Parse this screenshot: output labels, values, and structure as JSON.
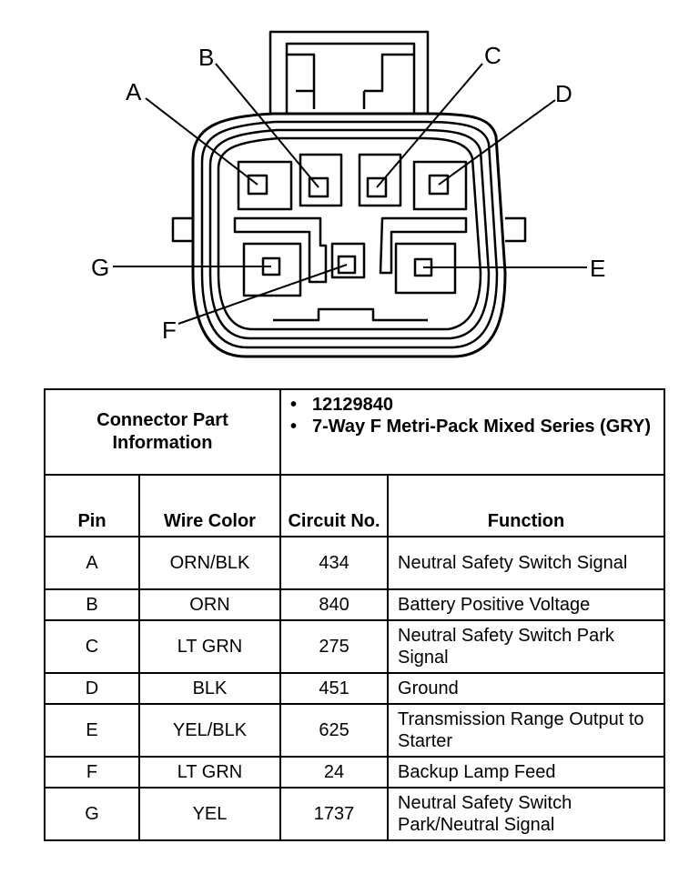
{
  "pins": {
    "A": "A",
    "B": "B",
    "C": "C",
    "D": "D",
    "E": "E",
    "F": "F",
    "G": "G"
  },
  "connector_info": {
    "label": "Connector Part Information",
    "part_number": "12129840",
    "description": "7-Way F Metri-Pack Mixed Series (GRY)"
  },
  "table": {
    "headers": {
      "pin": "Pin",
      "wire_color": "Wire Color",
      "circuit": "Circuit No.",
      "function": "Function"
    },
    "rows": [
      {
        "pin": "A",
        "wire_color": "ORN/BLK",
        "circuit": "434",
        "function": "Neutral Safety Switch Signal"
      },
      {
        "pin": "B",
        "wire_color": "ORN",
        "circuit": "840",
        "function": "Battery Positive Voltage"
      },
      {
        "pin": "C",
        "wire_color": "LT GRN",
        "circuit": "275",
        "function": "Neutral Safety Switch Park Signal"
      },
      {
        "pin": "D",
        "wire_color": "BLK",
        "circuit": "451",
        "function": "Ground"
      },
      {
        "pin": "E",
        "wire_color": "YEL/BLK",
        "circuit": "625",
        "function": "Transmission Range Output to Starter"
      },
      {
        "pin": "F",
        "wire_color": "LT GRN",
        "circuit": "24",
        "function": "Backup Lamp Feed"
      },
      {
        "pin": "G",
        "wire_color": "YEL",
        "circuit": "1737",
        "function": "Neutral Safety Switch Park/Neutral Signal"
      }
    ]
  }
}
